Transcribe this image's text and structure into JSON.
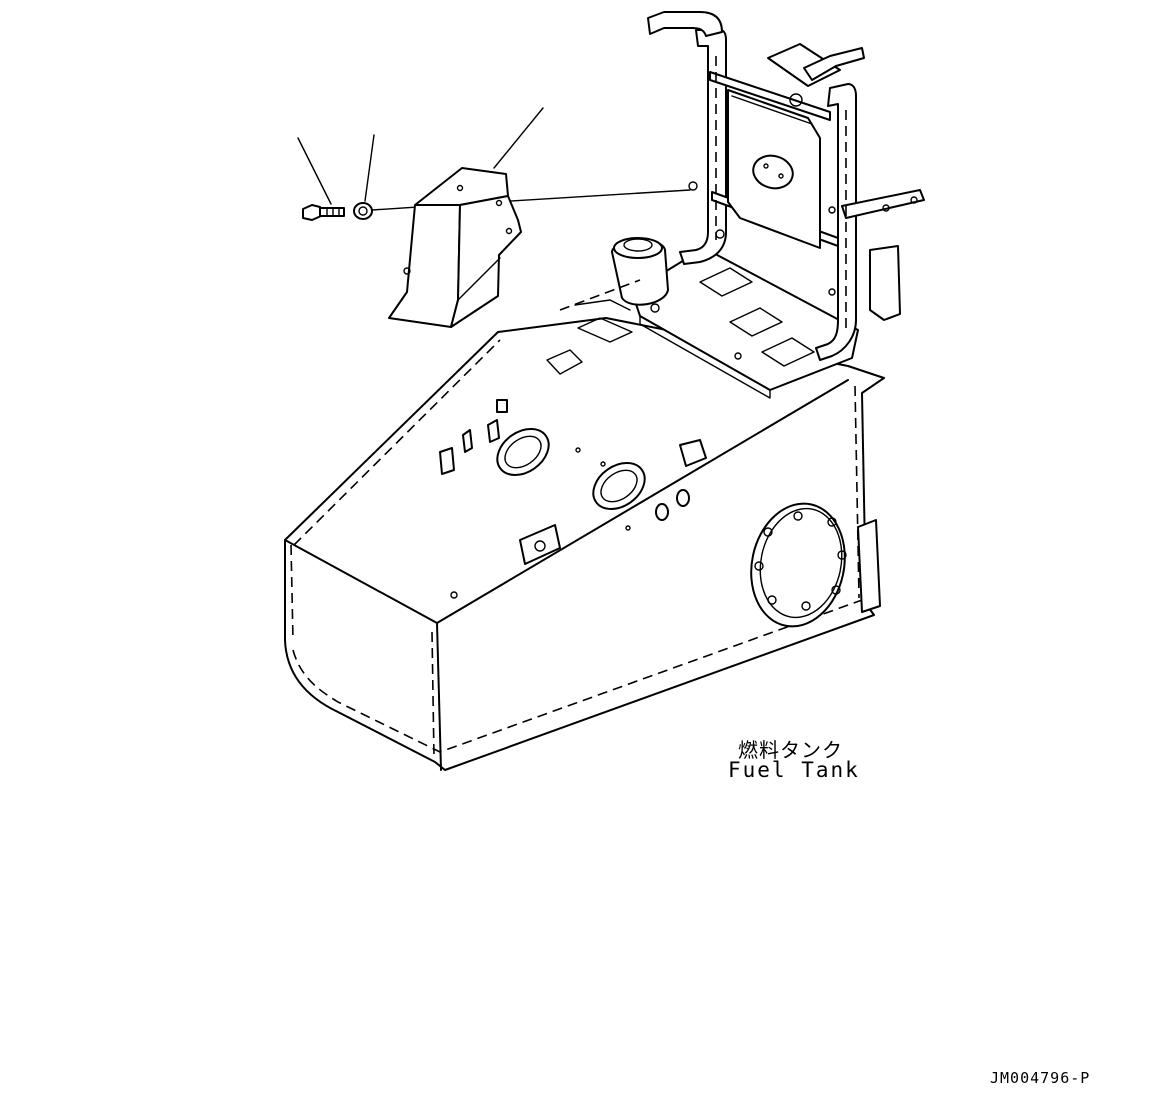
{
  "labels": {
    "part_name_jp": "燃料タンク",
    "part_name_en": "Fuel Tank",
    "drawing_code": "JM004796-P"
  }
}
